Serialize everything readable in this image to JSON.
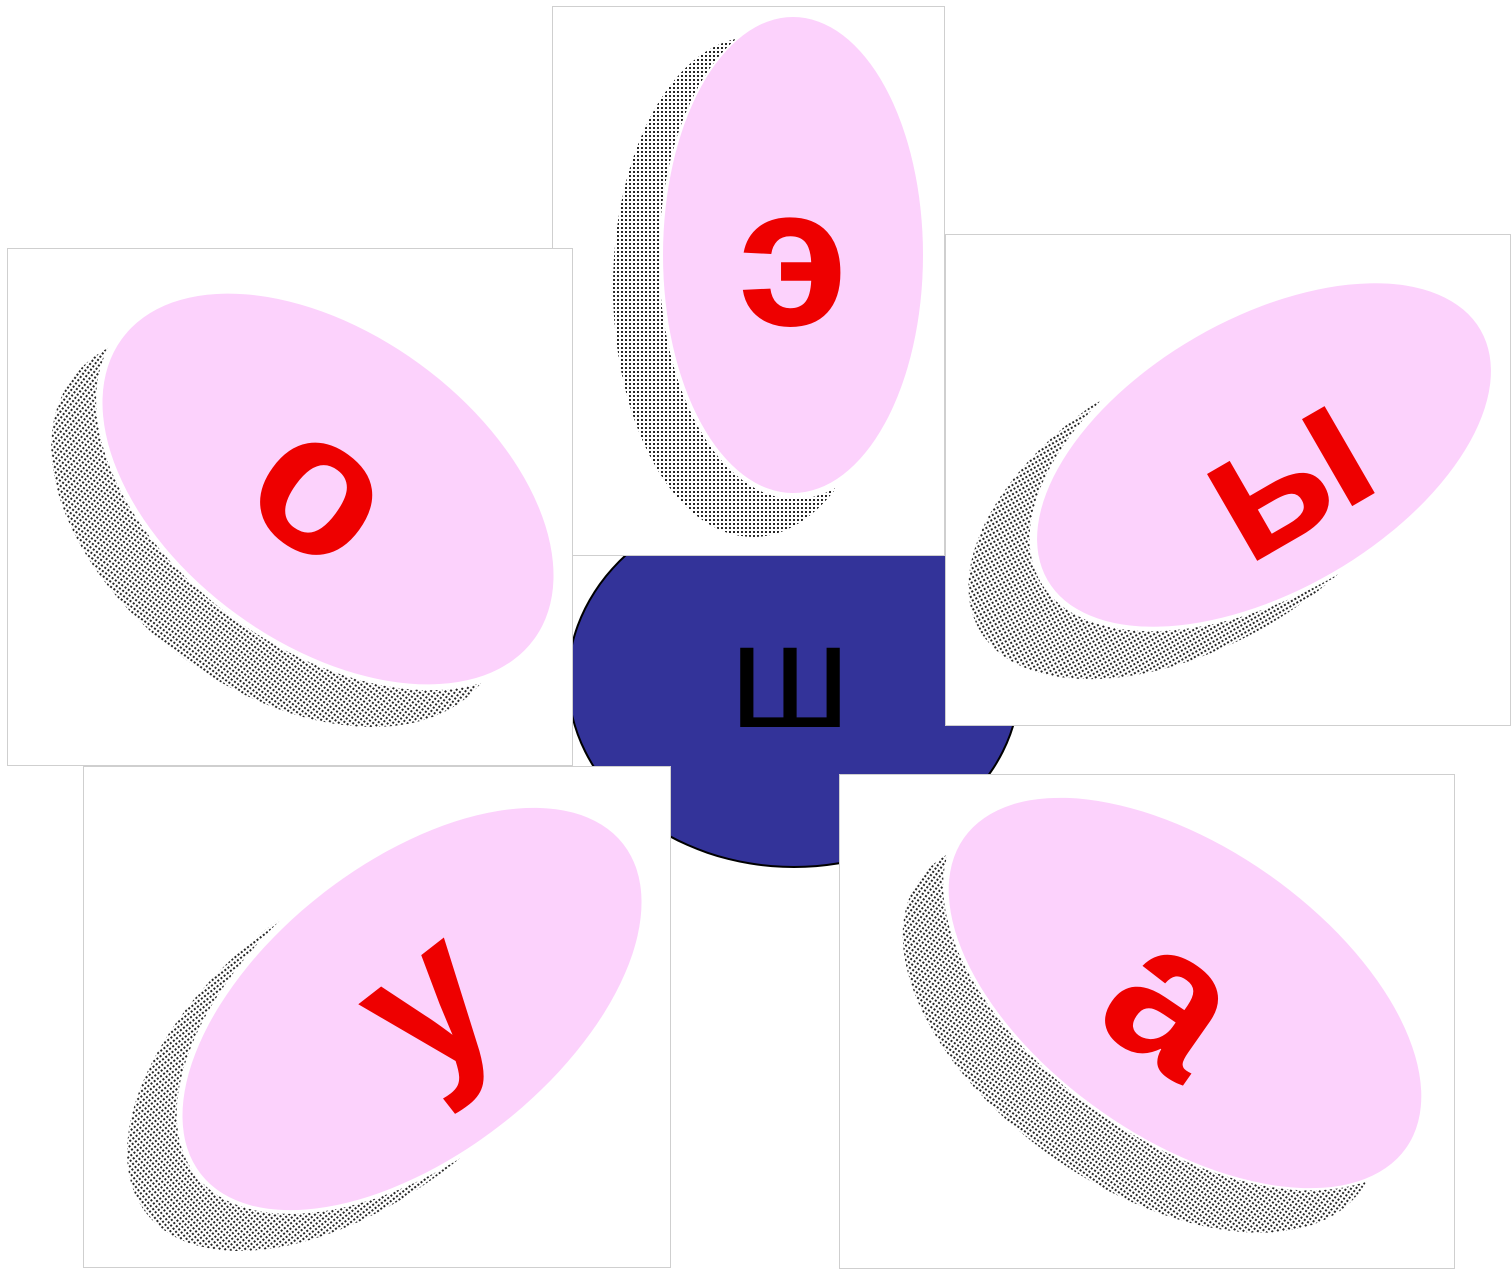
{
  "center": {
    "letter": "ш",
    "fill": "#333399"
  },
  "petals": [
    {
      "id": "e",
      "letter": "э"
    },
    {
      "id": "o",
      "letter": "о"
    },
    {
      "id": "y",
      "letter": "ы"
    },
    {
      "id": "u",
      "letter": "у"
    },
    {
      "id": "a",
      "letter": "а"
    }
  ],
  "colors": {
    "petal": "#fcd2fc",
    "petal_highlight": "#ffffff",
    "letter": "#ee0000",
    "shadow": "#000000",
    "card_border": "#cfcfcf"
  }
}
